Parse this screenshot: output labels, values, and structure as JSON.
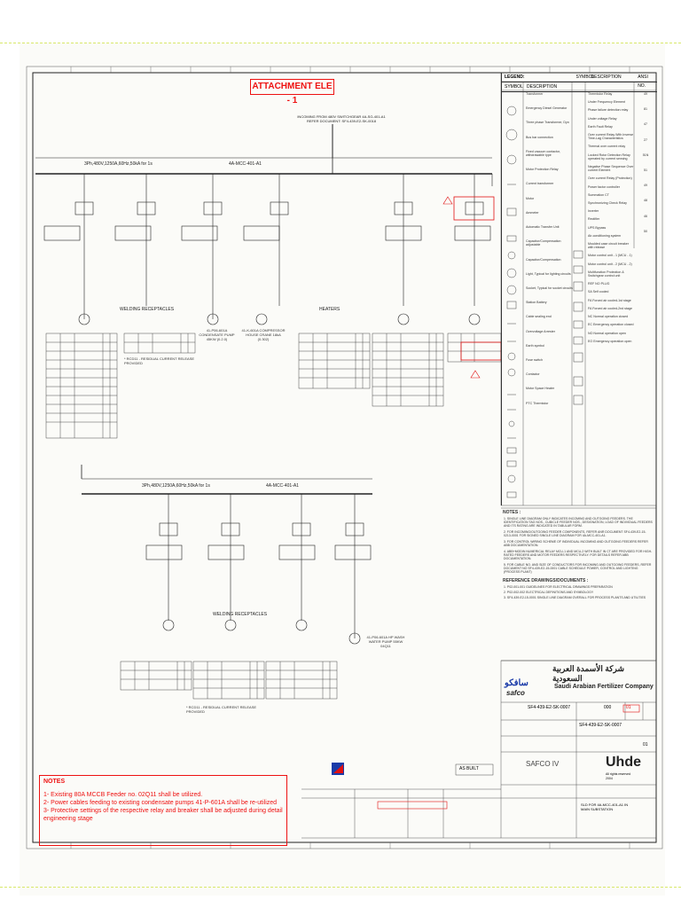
{
  "sheet": {
    "attachment_title": "ATTACHMENT ELE - 1",
    "incoming_text": "INCOMING FROM 480V SWITCHGEAR 4A-SG-401-A1\nREFER DOCUMENT: SF4-439-E2-SK-0018",
    "busbar1_label": "3Ph,480V,1250A,60Hz,50kA for 1s",
    "busbar1_tag": "4A-MCC-401-A1",
    "busbar2_label": "3Ph,480V,1250A,60Hz,50kA for 1s",
    "busbar2_tag": "4A-MCC-401-A1",
    "welding_receptacles_1": "WELDING RECEPTACLES",
    "heaters": "HEATERS",
    "welding_receptacles_2": "WELDING RECEPTACLES",
    "rcd_note_1": "* RCD11 - RESIDUAL CURRENT RELEASE PROVIDED",
    "rcd_note_2": "* RCD11 - RESIDUAL CURRENT RELEASE PROVIDED",
    "load_1": "41-P06-601A CONDENSATE PUMP 45KW (0.2.0)",
    "load_2": "41-K-601A COMPRESSOR HOUSE CRANE 18kA (0.302)",
    "load_3": "41-P06-601A HP WASH WATER PUMP 55KW 04Q11"
  },
  "legend": {
    "title": "LEGEND:",
    "col_symbol": "SYMBOL",
    "col_description": "DESCRIPTION",
    "col_symbol2": "SYMBOL",
    "col_description2": "DESCRIPTION",
    "col_ansi": "ANSI NO.",
    "items_left": [
      "Transformer",
      "Emergency Diesel Generator",
      "Three phase Transformer, Dyn",
      "Bus bar connection",
      "Fixed vacuum contactor, withdrawable type",
      "Motor Protection Relay",
      "Current transformer",
      "Motor",
      "Ammeter",
      "Automatic Transfer Unit",
      "Capacitor/Compensation adjustable",
      "Capacitor/Compensation",
      "Light, Typical for lighting circuits",
      "Socket, Typical for socket circuits",
      "Station Battery",
      "Cable sealing end",
      "Overvoltage Arrester",
      "Earth symbol",
      "Fuse switch",
      "Contactor",
      "Motor Space Heater",
      "PTC Thermistor"
    ],
    "items_right": [
      "Thermistor Relay",
      "Under Frequency Element",
      "Phase failure detection relay",
      "Under voltage Relay",
      "Earth Fault Relay",
      "Over current Relay With Inverse Time-Lag Characteristics",
      "Thermal over current relay",
      "Locked Rotor Detection Relay operated by current sensing",
      "Negative Phase Sequence Over current Element",
      "Over current Relay (Protection)",
      "Power factor controller",
      "Summation CT",
      "Synchronizing Check Relay",
      "Inverter",
      "Rectifier",
      "UPS Bypass",
      "Air-conditioning system",
      "Moulded case circuit breaker with release",
      "Motor control unit - 1 (MCU - 1)",
      "Motor control unit - 2 (MCU - 2)",
      "Multifunction Protection & Switchgear control unit",
      "REF NO PLUG",
      "SA Self cooled",
      "FA Forced air cooled-1st stage",
      "FA Forced air cooled-2nd stage",
      "NC Normal operation closed",
      "EC Emergency operation closed",
      "NO Normal operation open",
      "EO Emergency operation open"
    ],
    "ansi": [
      "49",
      "81",
      "47",
      "27",
      "51N",
      "51",
      "49",
      "48",
      "46",
      "50"
    ]
  },
  "notes_ref": {
    "notes_title": "NOTES :",
    "note_items": [
      "1. SINGLE LINE DIAGRAM ONLY INDICATES INCOMING AND OUTGOING FEEDERS. THE IDENTIFICATION TAG NOS., CUBICLE FEEDER NOS., DESIGNATION, LOAD OF INDIVIDUAL FEEDERS AND ITS RATING ARE INDICATED IN TABULAR FORM.",
      "2. FOR INCOMING/OUTGOING FEEDER COMPONENTS, REFER ANR DOCUMENT SF4-439-E2-15-0213-0001 FOR SIGNED SINGLE LINE DIAGRAM FOR 4A-MCC-401-A1.",
      "3. FOR CONTROL WIRING SCHEME OF INDIVIDUAL INCOMING AND OUTGOING FEEDERS REFER ABB DOCUMENTATION.",
      "4. ABB+MODIN NUMERICAL RELAY MCU-1 AND MCU-2 WITH BUILT IN CT ARE PROVIDED FOR HIGH-RATED FEEDERS AND MOTOR FEEDERS RESPECTIVELY. FOR DETAILS REFER ABB DOCUMENTATION.",
      "5. FOR CABLE NO. AND SIZE OF CONDUCTORS FOR INCOMING AND OUTGOING FEEDERS, REFER DOCUMENT NO SF4-439-E2-15-0001 CABLE SCHEDULE POWER, CONTROL AND LIGHTING (PROCESS PLANT)"
    ],
    "ref_title": "REFERENCE DRAWINGS/DOCUMENTS :",
    "ref_items": [
      "1. P02-001-001   GUIDELINES FOR ELECTRICAL DRAWINGS PREPARATION",
      "2. P02-002-002   ELECTRICAL DEFINITIONS AND SYMBOLOGY",
      "3. SF4-439-E2-15-0001   SINGLE LINE DIAGRAM OVERALL FOR PROCESS PLANTS AND UTILITIES"
    ]
  },
  "company": {
    "arabic_name": "شركة الأسمدة العربية السعودية",
    "logo_text": "safco",
    "logo_arabic": "سافكو",
    "english_name": "Saudi Arabian Fertilizer Company",
    "doc_no": "SF4-439-E2-SK-0007",
    "doc_no_2": "SF4-439-E2-SK-0007",
    "part": "000",
    "revision": "01",
    "plant": "SAFCO IV",
    "contractor": "Uhde",
    "rights": "All rights reserved",
    "year": "2004",
    "sheet": "01",
    "designation": "SLD FOR 4A-MCC-401-A1 IN MAIN SUBSTATION",
    "as_built": "AS BUILT"
  },
  "notes": {
    "title": "NOTES",
    "items": [
      "1- Existing 80A MCCB Feeder no. 02Q11 shall be utilized.",
      "2- Power cables feeding to existing condensate pumps 41-P-601A shall be re-utilized",
      "3- Protective settings of the respective relay and breaker shall be adjusted during detail engineering stage"
    ]
  },
  "colors": {
    "annotation_red": "#e11111",
    "line": "#222222",
    "guide": "#d8e86a"
  }
}
